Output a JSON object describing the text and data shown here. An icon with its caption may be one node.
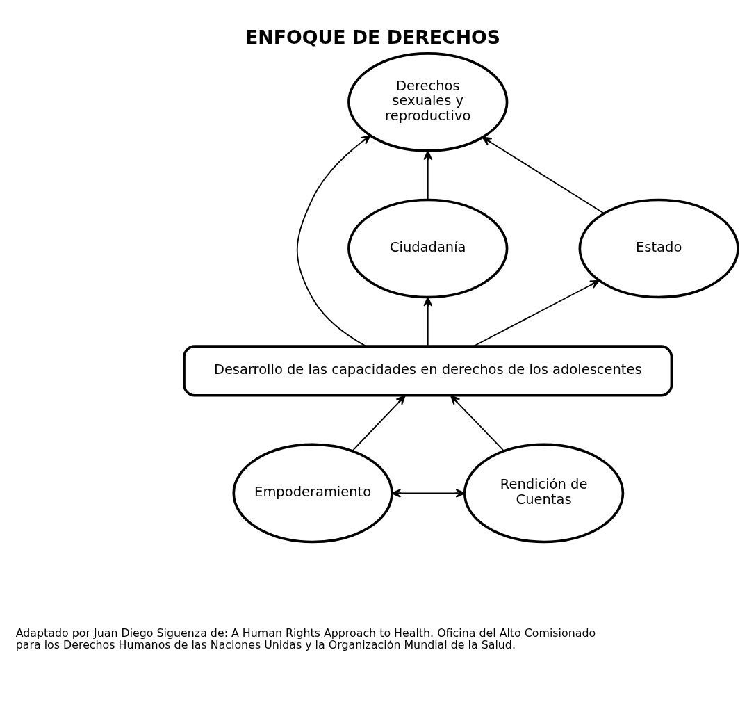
{
  "diagram": {
    "title": "ENFOQUE DE DERECHOS",
    "caption": "Adaptado por Juan Diego Siguenza de: A Human Rights Approach to Health. Oficina del Alto Comisionado para los Derechos Humanos de las Naciones Unidas y la Organización Mundial de la Salud.",
    "nodes": [
      {
        "text": [
          "Derechos sexuales y reproductivo"
        ]
      },
      {
        "text": [
          "Ciudadanía"
        ]
      },
      {
        "text": [
          "Estado"
        ]
      },
      {
        "text": [
          "Desarrollo de las capacidades en derechos de los adolescentes"
        ]
      },
      {
        "text": [
          "Empoderamiento"
        ]
      },
      {
        "text": [
          "Rendición de Cuentas"
        ]
      }
    ],
    "edges": [
      {
        "from": 1,
        "to": 0,
        "arrow": "to"
      },
      {
        "from": 2,
        "to": 0,
        "arrow": "to"
      },
      {
        "from": 3,
        "to": 0,
        "arrow": "to"
      },
      {
        "from": 3,
        "to": 1,
        "arrow": "to"
      },
      {
        "from": 3,
        "to": 2,
        "arrow": "to"
      },
      {
        "from": 4,
        "to": 3,
        "arrow": "to"
      },
      {
        "from": 5,
        "to": 3,
        "arrow": "to"
      },
      {
        "from": 4,
        "to": 5,
        "arrow": "both"
      }
    ]
  }
}
